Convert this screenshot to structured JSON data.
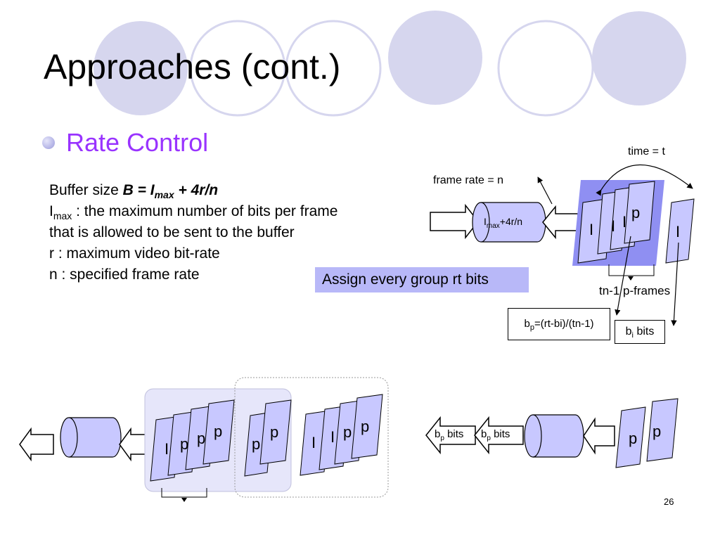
{
  "slide": {
    "title": "Approaches (cont.)",
    "bullet": "Rate Control",
    "page_number": "26"
  },
  "description": {
    "buffer_prefix": "Buffer size ",
    "buffer_formula_b": "B = I",
    "buffer_formula_sub": "max",
    "buffer_formula_rest": " + 4r/n",
    "imax_main": "I",
    "imax_sub": "max",
    "imax_text": " : the maximum number of bits per frame",
    "imax_text_2": "that is allowed to be sent to the buffer",
    "r_text": "r : maximum video bit-rate",
    "n_text": "n : specified frame rate"
  },
  "diagram": {
    "assign_label": "Assign every group rt bits",
    "time_label": "time = t",
    "frame_rate_label": "frame rate = n",
    "buffer_label_main": "I",
    "buffer_label_sub": "max",
    "buffer_label_rest": "+4r/n",
    "p_frames_label": "tn-1 p-frames",
    "bp_formula_main": "b",
    "bp_formula_sub": "p",
    "bp_formula_rest": "=(rt-bi)/(tn-1)",
    "bi_main": "b",
    "bi_sub": "i",
    "bi_rest": " bits",
    "bp_bits_main": "b",
    "bp_bits_sub": "p",
    "bp_bits_rest": " bits",
    "frame_I": "I",
    "frame_p": "p"
  },
  "colors": {
    "title_text": "#000000",
    "bullet_text": "#9933ff",
    "frame_fill": "#c8c8ff",
    "frame_group_bg": "#8f8ff2",
    "assign_bg": "#b8b8f8",
    "decor_circle": "#d8d8ee"
  }
}
